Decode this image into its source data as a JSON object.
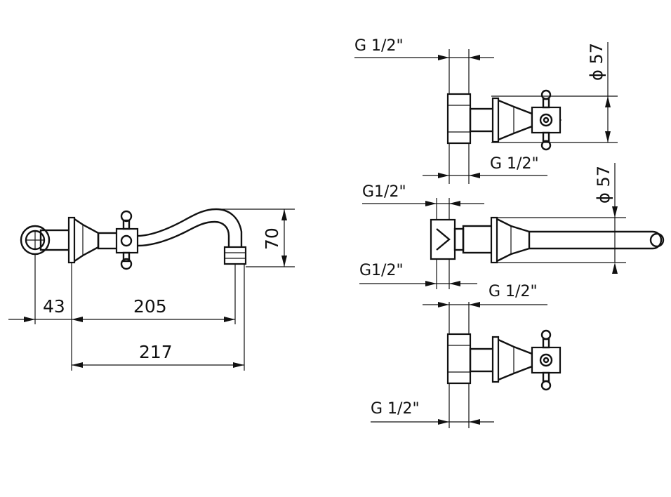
{
  "dimensions": {
    "offset_43": "43",
    "length_205": "205",
    "length_217": "217",
    "height_70": "70",
    "diameter_top": "ϕ 57",
    "diameter_middle": "ϕ 57",
    "thread_top_upper": "G 1/2\"",
    "thread_top_lower": "G 1/2\"",
    "thread_mid_upper": "G1/2\"",
    "thread_mid_lower": "G1/2\"",
    "thread_bottom_upper": "G 1/2\"",
    "thread_bottom_lower": "G 1/2\""
  },
  "colors": {
    "ink": "#111111",
    "paper": "#ffffff"
  }
}
